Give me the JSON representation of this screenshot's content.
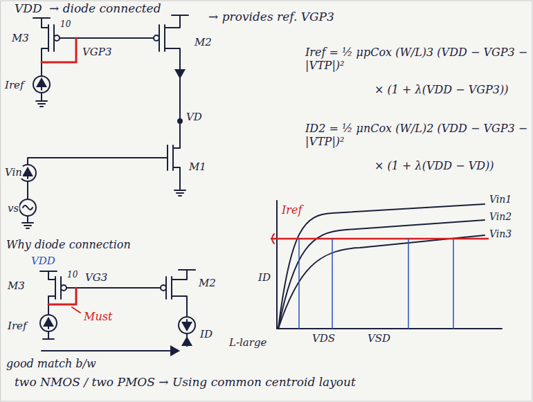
{
  "diagram": {
    "labels": [
      "VDD",
      "→ diode connected",
      "→ provides ref. VGP3",
      "M3",
      "10",
      "Iref",
      "VGP3",
      "M2",
      "VD",
      "M1",
      "Vin",
      "vs",
      "Iref = ½ μpCox (W/L)3 (VDD − VGP3 − |VTP|)²",
      "× (1 + λ(VDD − VGP3))",
      "ID2 = ½ μnCox (W/L)2 (VDD − VGP3 − |VTP|)²",
      "× (1 + λ(VDD − VD))",
      "Iref",
      "ID",
      "Vin1",
      "Vin2",
      "Vin3",
      "VDS",
      "VSD",
      "Why diode connection",
      "VDD",
      "M3",
      "10",
      "VG3",
      "M2",
      "Iref",
      "Must",
      "ID",
      "L-large",
      "good match b/w",
      "two NMOS / two PMOS → Using common centroid layout"
    ]
  }
}
